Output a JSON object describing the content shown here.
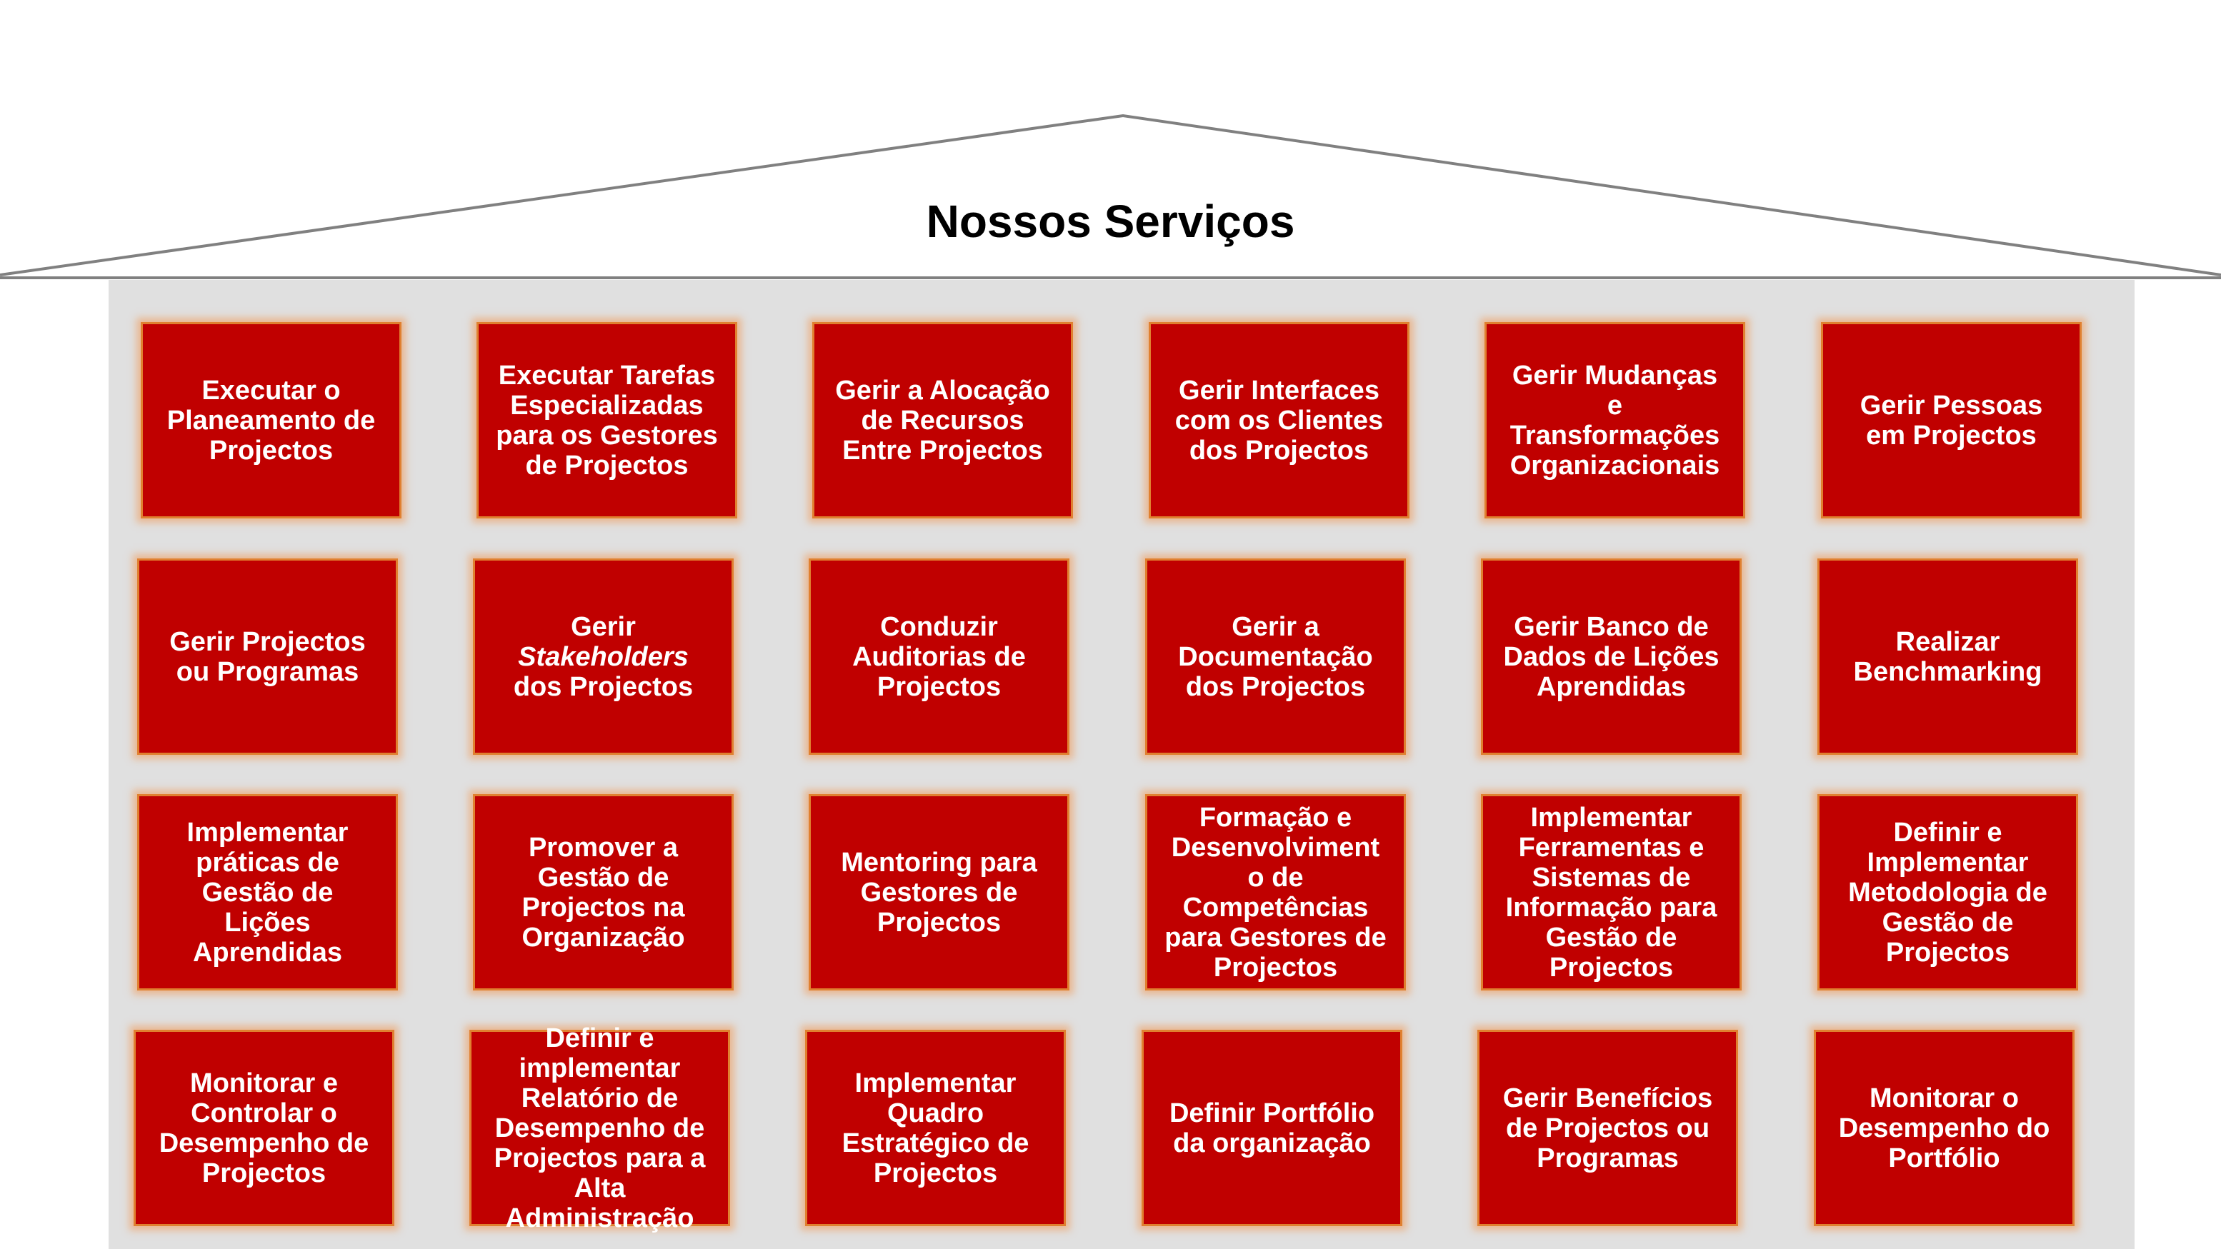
{
  "title": "Nossos Serviços",
  "colors": {
    "tile_fill": "#c00000",
    "tile_glow": "#f0a060",
    "building": "#e0e0e0",
    "roof_line": "#808080"
  },
  "rows": [
    [
      "Executar o\nPlaneamento de\nProjectos",
      "Executar Tarefas\nEspecializadas\npara os Gestores\nde Projectos",
      "Gerir a Alocação\nde Recursos\nEntre Projectos",
      "Gerir Interfaces\ncom os Clientes\ndos Projectos",
      "Gerir Mudanças\ne\nTransformações\nOrganizacionais",
      "Gerir Pessoas\nem Projectos"
    ],
    [
      "Gerir Projectos\nou Programas",
      "Gerir\nStakeholders\ndos Projectos",
      "Conduzir\nAuditorias de\nProjectos",
      "Gerir a\nDocumentação\ndos Projectos",
      "Gerir Banco de\nDados de Lições\nAprendidas",
      "Realizar\nBenchmarking"
    ],
    [
      "Implementar\npráticas de\nGestão de\nLições\nAprendidas",
      "Promover a\nGestão de\nProjectos na\nOrganização",
      "Mentoring para\nGestores de\nProjectos",
      "Formação e\nDesenvolviment\no de\nCompetências\npara Gestores de\nProjectos",
      "Implementar\nFerramentas e\nSistemas de\nInformação para\nGestão de\nProjectos",
      "Definir e\nImplementar\nMetodologia de\nGestão de\nProjectos"
    ],
    [
      "Monitorar e\nControlar o\nDesempenho de\nProjectos",
      "Definir e\nimplementar\nRelatório de\nDesempenho de\nProjectos para a\nAlta\nAdministração",
      "Implementar\nQuadro\nEstratégico de\nProjectos",
      "Definir Portfólio\nda organização",
      "Gerir Benefícios\nde Projectos ou\nProgramas",
      "Monitorar o\nDesempenho do\nPortfólio"
    ]
  ]
}
